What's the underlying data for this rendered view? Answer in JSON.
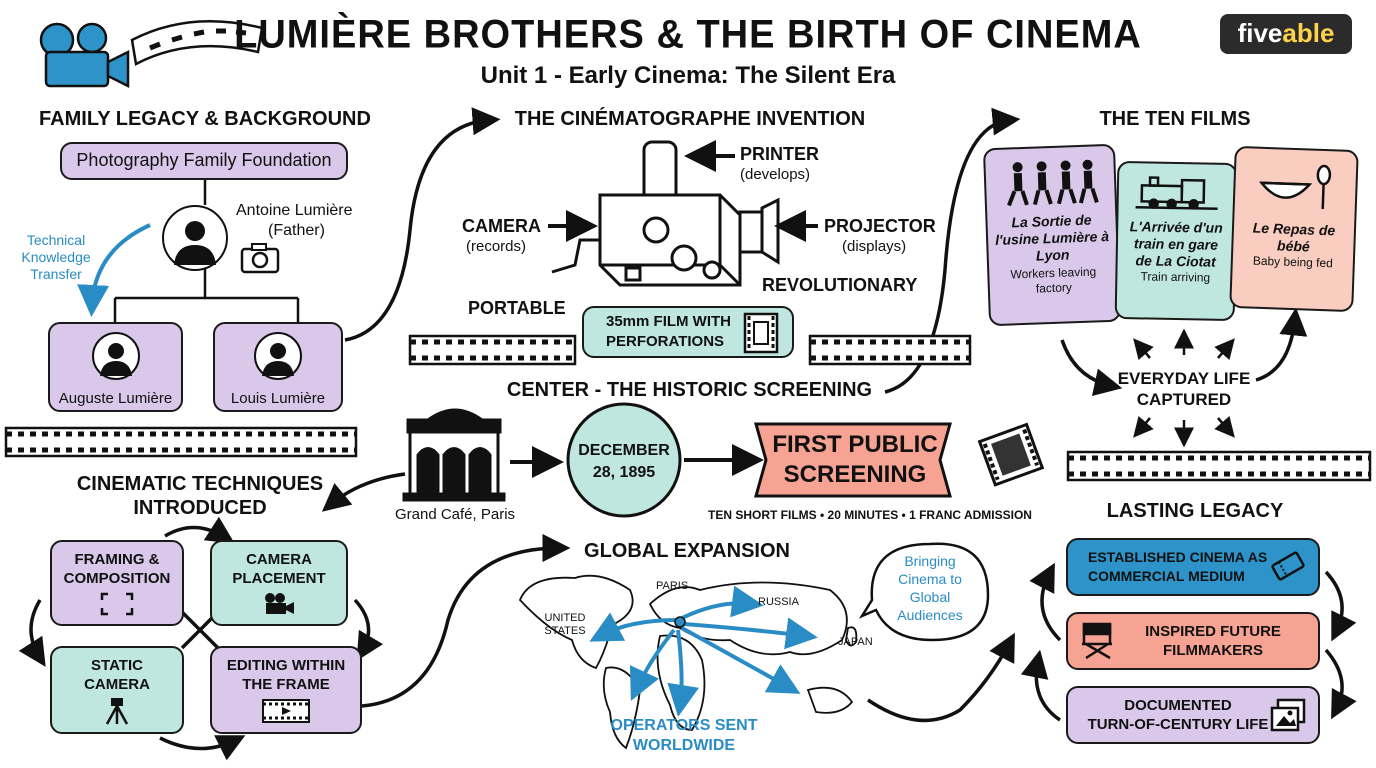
{
  "header": {
    "title": "LUMIÈRE BROTHERS & THE BIRTH OF CINEMA",
    "subtitle": "Unit 1 - Early Cinema: The Silent Era",
    "logo_part1": "five",
    "logo_part2": "able"
  },
  "family": {
    "heading": "FAMILY LEGACY & BACKGROUND",
    "foundation": "Photography Family Foundation",
    "father_name": "Antoine Lumière",
    "father_role": "(Father)",
    "transfer_line1": "Technical",
    "transfer_line2": "Knowledge",
    "transfer_line3": "Transfer",
    "auguste": "Auguste Lumière",
    "louis": "Louis Lumière"
  },
  "invention": {
    "heading": "THE CINÉMATOGRAPHE INVENTION",
    "printer": "PRINTER",
    "printer_sub": "(develops)",
    "camera": "CAMERA",
    "camera_sub": "(records)",
    "projector": "PROJECTOR",
    "projector_sub": "(displays)",
    "revolutionary": "REVOLUTIONARY",
    "portable": "PORTABLE",
    "film_line1": "35mm FILM WITH",
    "film_line2": "PERFORATIONS"
  },
  "films": {
    "heading": "THE TEN FILMS",
    "film1_title": "La Sortie de l'usine Lumière à Lyon",
    "film1_desc": "Workers leaving factory",
    "film2_title": "L'Arrivée d'un train en gare de La Ciotat",
    "film2_desc": "Train arriving",
    "film3_title": "Le Repas de bébé",
    "film3_desc": "Baby being fed",
    "everyday_line1": "EVERYDAY LIFE",
    "everyday_line2": "CAPTURED"
  },
  "screening": {
    "heading": "CENTER - THE HISTORIC SCREENING",
    "venue": "Grand Café, Paris",
    "date_line1": "DECEMBER",
    "date_line2": "28, 1895",
    "banner_line1": "FIRST PUBLIC",
    "banner_line2": "SCREENING",
    "details": "TEN SHORT FILMS • 20 MINUTES • 1 FRANC ADMISSION"
  },
  "techniques": {
    "heading_line1": "CINEMATIC TECHNIQUES",
    "heading_line2": "INTRODUCED",
    "t1_line1": "FRAMING &",
    "t1_line2": "COMPOSITION",
    "t2_line1": "CAMERA",
    "t2_line2": "PLACEMENT",
    "t3_line1": "STATIC",
    "t3_line2": "CAMERA",
    "t4_line1": "EDITING WITHIN",
    "t4_line2": "THE FRAME"
  },
  "global": {
    "heading": "GLOBAL EXPANSION",
    "paris": "PARIS",
    "russia": "RUSSIA",
    "us_line1": "UNITED",
    "us_line2": "STATES",
    "japan": "JAPAN",
    "bubble_line1": "Bringing",
    "bubble_line2": "Cinema to",
    "bubble_line3": "Global",
    "bubble_line4": "Audiences",
    "operators_line1": "OPERATORS SENT",
    "operators_line2": "WORLDWIDE"
  },
  "legacy": {
    "heading": "LASTING LEGACY",
    "l1_line1": "ESTABLISHED CINEMA AS",
    "l1_line2": "COMMERCIAL MEDIUM",
    "l2_line1": "INSPIRED FUTURE",
    "l2_line2": "FILMMAKERS",
    "l3_line1": "DOCUMENTED",
    "l3_line2": "TURN-OF-CENTURY LIFE"
  },
  "colors": {
    "purple": "#d9c8ea",
    "teal": "#bfe6df",
    "salmon": "#f6a393",
    "blue": "#2d93c9",
    "accent_blue": "#2a8cc4"
  }
}
